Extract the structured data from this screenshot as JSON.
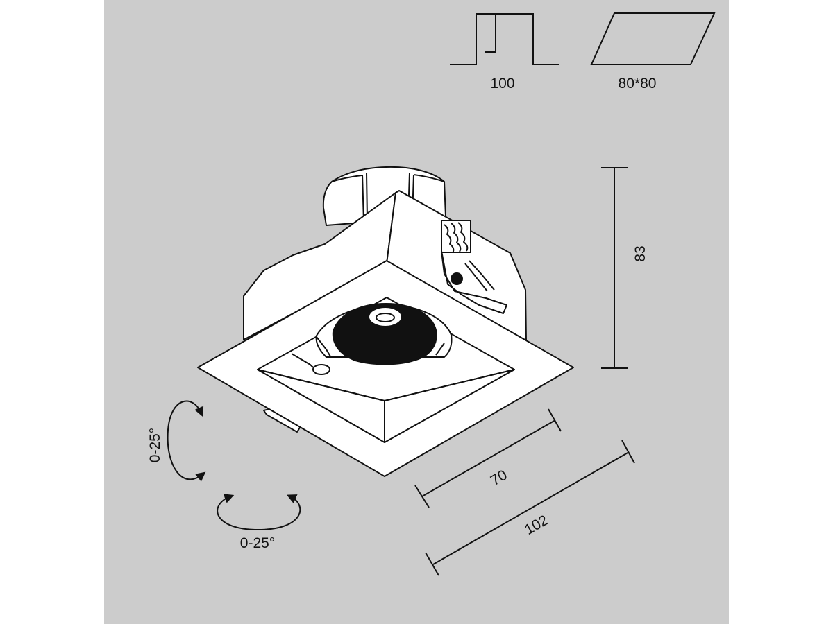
{
  "colors": {
    "panel": "#cccccc",
    "page": "#ffffff",
    "fill": "#ffffff",
    "ink": "#111111",
    "lens": "#111111"
  },
  "icons": {
    "cutout_depth": "recess-depth-icon",
    "cutout_size": "cutout-size-icon",
    "tilt": "rotate-arrow-icon",
    "swivel": "rotate-arrow-icon"
  },
  "labels": {
    "cutout_depth": "100",
    "cutout_size": "80*80",
    "height": "83",
    "inner_width": "70",
    "outer_width": "102",
    "tilt_range": "0-25°",
    "swivel_range": "0-25°"
  }
}
